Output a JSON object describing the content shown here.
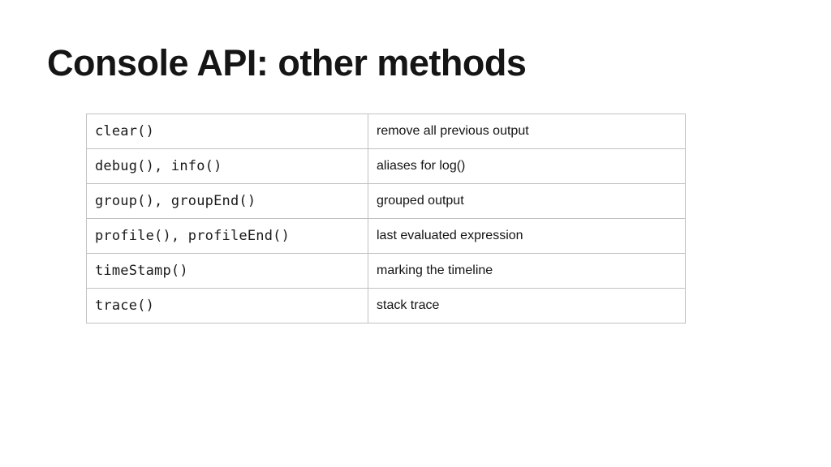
{
  "slide": {
    "title": "Console API: other methods",
    "table": {
      "rows": [
        {
          "method": "clear()",
          "description": "remove all previous output"
        },
        {
          "method": "debug(), info()",
          "description": "aliases for log()"
        },
        {
          "method": "group(), groupEnd()",
          "description": "grouped output"
        },
        {
          "method": "profile(), profileEnd()",
          "description": "last evaluated expression"
        },
        {
          "method": "timeStamp()",
          "description": "marking the timeline"
        },
        {
          "method": "trace()",
          "description": "stack trace"
        }
      ]
    }
  },
  "colors": {
    "background": "#ffffff",
    "title_text": "#151515",
    "method_text": "#1a1a1a",
    "description_text": "#141414",
    "table_border": "#bfc1c3"
  }
}
